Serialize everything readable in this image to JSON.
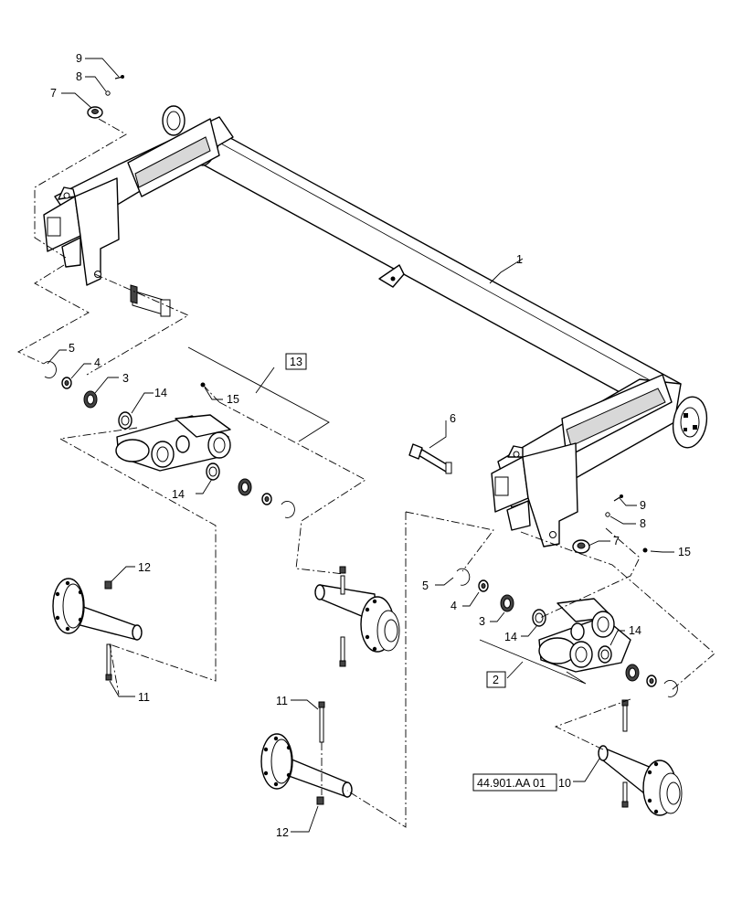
{
  "callouts": {
    "c1": "1",
    "c2": "2",
    "c3a": "3",
    "c3b": "3",
    "c4a": "4",
    "c4b": "4",
    "c5a": "5",
    "c5b": "5",
    "c6": "6",
    "c7a": "7",
    "c7b": "7",
    "c8a": "8",
    "c8b": "8",
    "c9a": "9",
    "c9b": "9",
    "c10": "10",
    "c11a": "11",
    "c11b": "11",
    "c12a": "12",
    "c12b": "12",
    "c13": "13",
    "c14a": "14",
    "c14b": "14",
    "c14c": "14",
    "c14d": "14",
    "c15a": "15",
    "c15b": "15"
  },
  "reference": {
    "label": "44.901.AA 01"
  }
}
